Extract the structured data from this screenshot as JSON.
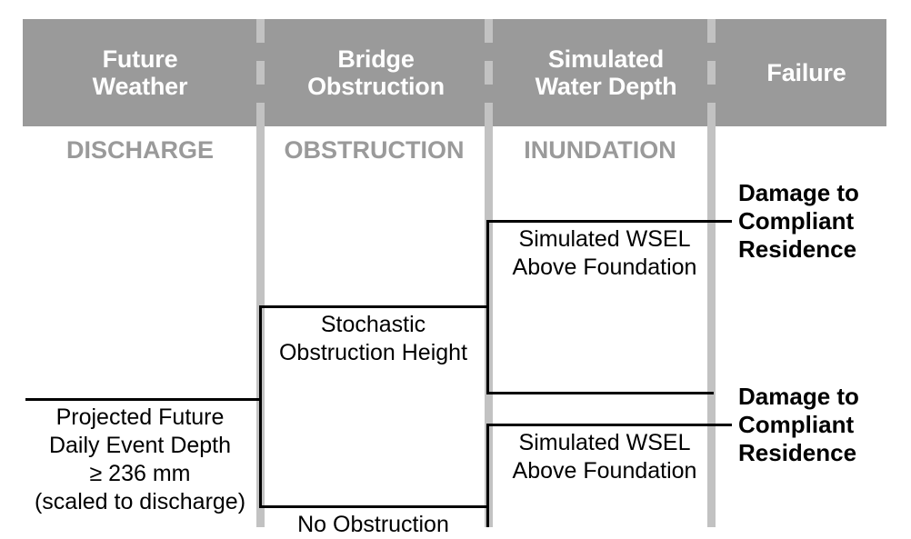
{
  "diagram": {
    "title": "Flood failure event tree",
    "colors": {
      "header_band": "#9a9a9a",
      "header_text": "#ffffff",
      "subheader_text": "#9a9a9a",
      "dash_separator": "#c2c2c2",
      "line": "#000000",
      "background": "#ffffff"
    },
    "columns": [
      {
        "header": "Future\nWeather",
        "header_line1": "Future",
        "header_line2": "Weather",
        "subheader": "DISCHARGE"
      },
      {
        "header": "Bridge\nObstruction",
        "header_line1": "Bridge",
        "header_line2": "Obstruction",
        "subheader": "OBSTRUCTION"
      },
      {
        "header": "Simulated\nWater Depth",
        "header_line1": "Simulated",
        "header_line2": "Water Depth",
        "subheader": "INUNDATION"
      },
      {
        "header": "Failure",
        "header_line1": "Failure",
        "header_line2": "",
        "subheader": ""
      }
    ],
    "nodes": {
      "discharge": {
        "line1": "Projected Future",
        "line2": "Daily Event Depth",
        "line3": "≥ 236 mm",
        "line4": "(scaled to discharge)"
      },
      "obstruction_top": {
        "line1": "Stochastic",
        "line2": "Obstruction Height"
      },
      "obstruction_bottom": {
        "line1": "No Obstruction"
      },
      "inundation_top": {
        "line1": "Simulated WSEL",
        "line2": "Above Foundation"
      },
      "inundation_bottom": {
        "line1": "Simulated WSEL",
        "line2": "Above Foundation"
      },
      "failure_top": {
        "line1": "Damage to",
        "line2": "Compliant",
        "line3": "Residence"
      },
      "failure_bottom": {
        "line1": "Damage to",
        "line2": "Compliant",
        "line3": "Residence"
      }
    }
  }
}
